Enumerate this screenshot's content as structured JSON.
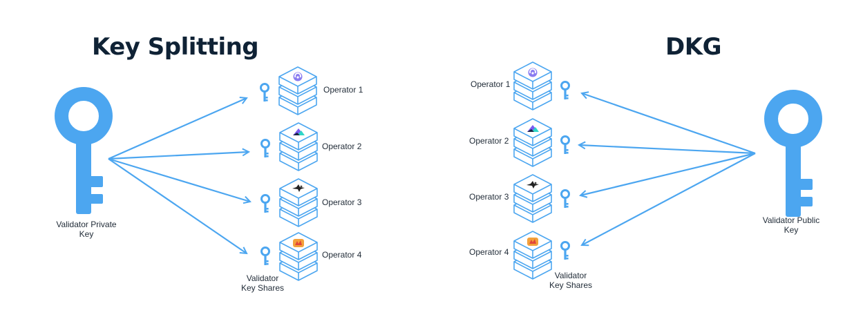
{
  "left": {
    "title": "Key Splitting",
    "key_label_line1": "Validator Private",
    "key_label_line2": "Key",
    "operators": [
      "Operator 1",
      "Operator 2",
      "Operator 3",
      "Operator 4"
    ],
    "shares_label_line1": "Validator",
    "shares_label_line2": "Key Shares"
  },
  "right": {
    "title": "DKG",
    "key_label_line1": "Validator Public",
    "key_label_line2": "Key",
    "operators": [
      "Operator 1",
      "Operator 2",
      "Operator 3",
      "Operator 4"
    ],
    "shares_label_line1": "Validator",
    "shares_label_line2": "Key Shares"
  },
  "colors": {
    "key": "#4ca6f0",
    "arrow": "#4ca6f0",
    "stack_stroke": "#4ca6f0",
    "title": "#0f2235"
  },
  "icons": [
    "operator-logo-purple-icon",
    "operator-logo-prism-icon",
    "operator-logo-bird-icon",
    "operator-logo-orange-icon"
  ]
}
